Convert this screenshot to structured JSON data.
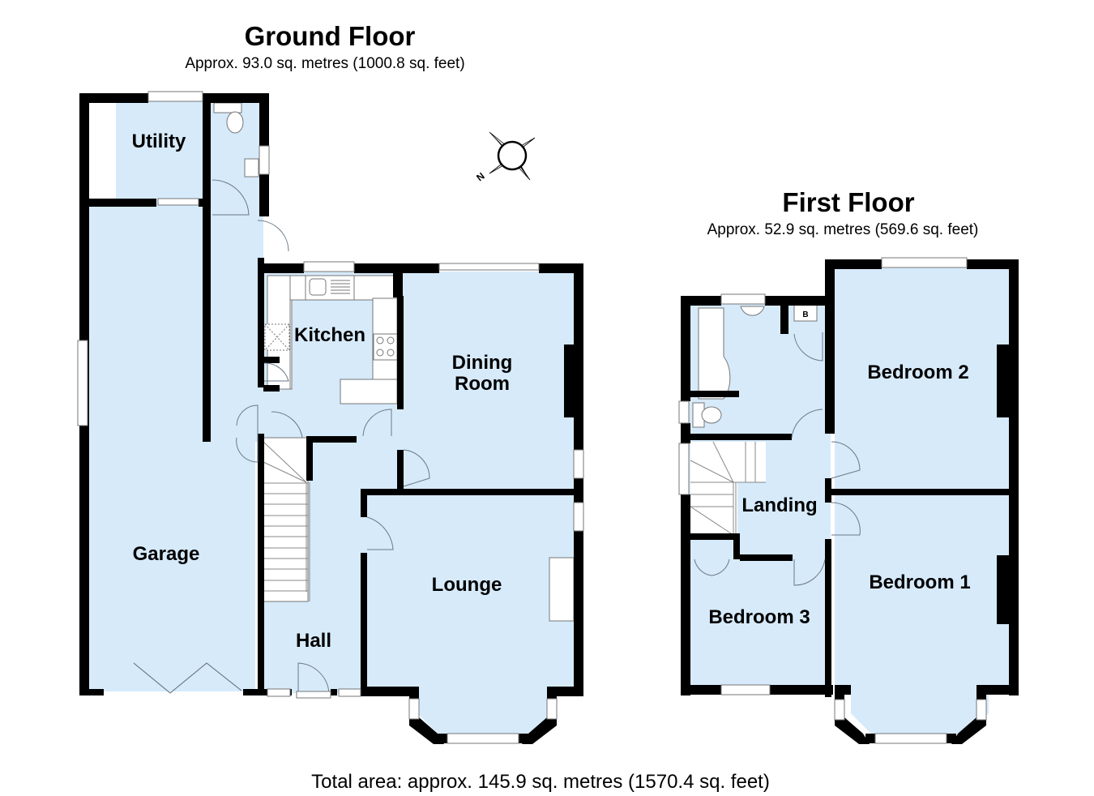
{
  "ground_floor": {
    "title": "Ground Floor",
    "area": "Approx. 93.0 sq. metres (1000.8 sq. feet)",
    "rooms": {
      "utility": "Utility",
      "kitchen": "Kitchen",
      "dining_line1": "Dining",
      "dining_line2": "Room",
      "garage": "Garage",
      "lounge": "Lounge",
      "hall": "Hall"
    }
  },
  "first_floor": {
    "title": "First Floor",
    "area": "Approx. 52.9 sq. metres (569.6 sq. feet)",
    "rooms": {
      "bedroom2": "Bedroom 2",
      "bedroom1": "Bedroom 1",
      "bedroom3": "Bedroom 3",
      "landing": "Landing",
      "boiler": "B"
    }
  },
  "compass": {
    "label": "N",
    "icon": "compass-rose-icon"
  },
  "total_area": "Total area: approx. 145.9 sq. metres (1570.4 sq. feet)",
  "colors": {
    "floor": "#d6eafa",
    "wall": "#000000",
    "background": "#ffffff"
  }
}
